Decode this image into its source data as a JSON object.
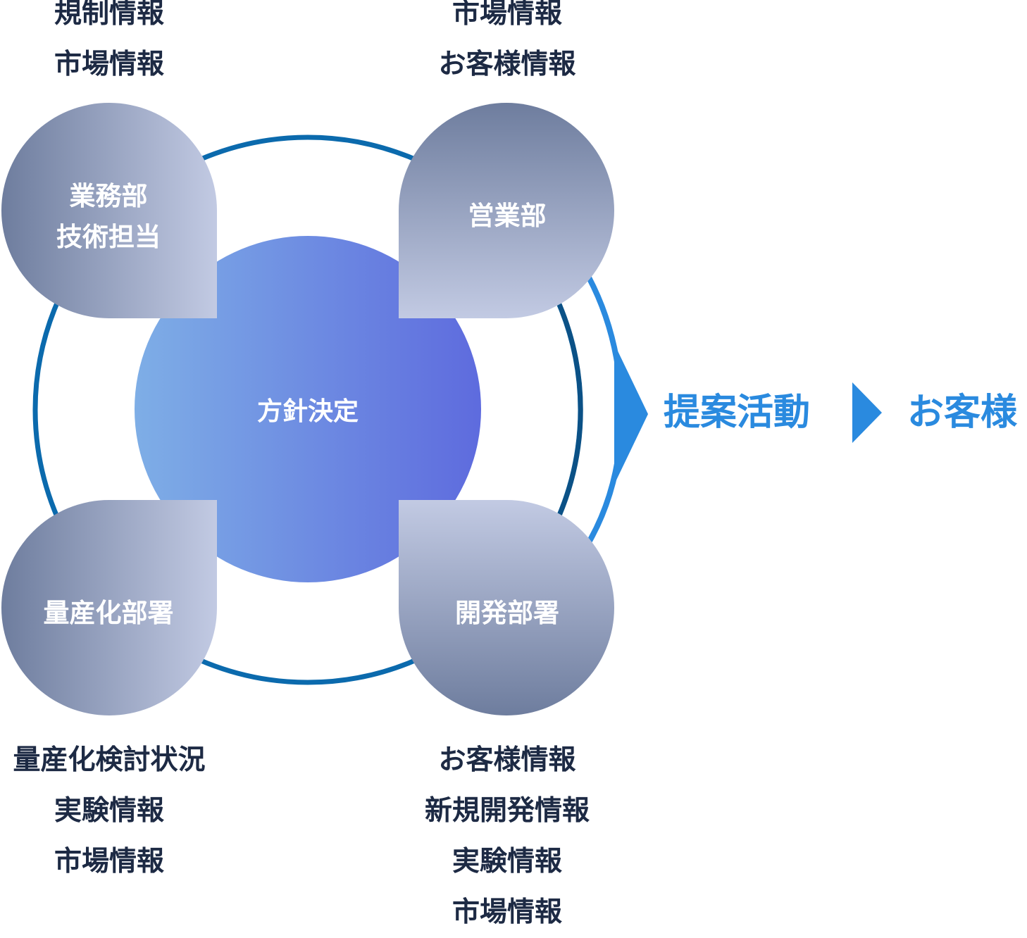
{
  "departments": {
    "top_left": {
      "name_lines": [
        "業務部",
        "技術担当"
      ],
      "info": [
        "規制情報",
        "市場情報"
      ]
    },
    "top_right": {
      "name_lines": [
        "営業部"
      ],
      "info": [
        "市場情報",
        "お客様情報"
      ]
    },
    "bottom_left": {
      "name_lines": [
        "量産化部署"
      ],
      "info": [
        "量産化検討状況",
        "実験情報",
        "市場情報"
      ]
    },
    "bottom_right": {
      "name_lines": [
        "開発部署"
      ],
      "info": [
        "お客様情報",
        "新規開発情報",
        "実験情報",
        "市場情報"
      ]
    }
  },
  "center": {
    "label": "方針決定"
  },
  "flow": {
    "proposal": "提案活動",
    "customer": "お客様"
  },
  "colors": {
    "ring": "#0b6aad",
    "ring_dark": "#0b5186",
    "arrow": "#2a8adf",
    "center_gradient": [
      "#7eaee6",
      "#5e6bde"
    ],
    "node_gradient": [
      "#6e7d9e",
      "#c2cae3"
    ],
    "text_dark": "#1d2a44"
  }
}
